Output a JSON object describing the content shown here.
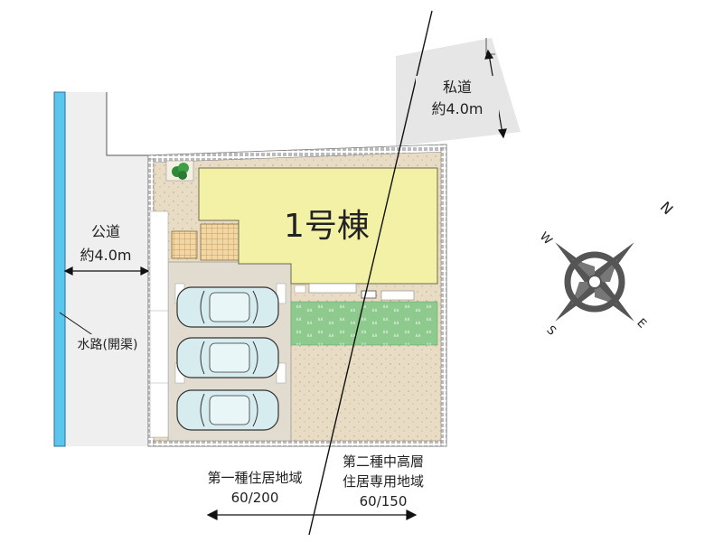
{
  "building": {
    "label": "1号棟"
  },
  "roads": {
    "private_road": {
      "line1": "私道",
      "line2": "約4.0m"
    },
    "public_road": {
      "line1": "公道",
      "line2": "約4.0m"
    }
  },
  "waterway": {
    "label": "水路(開渠)"
  },
  "zoning": {
    "left": {
      "line1": "第一種住居地域",
      "line2": "60/200"
    },
    "right": {
      "line1": "第二種中高層",
      "line2": "住居専用地域",
      "line3": "60/150"
    }
  },
  "compass": {
    "north": "N",
    "south": "S",
    "east": "E",
    "west": "W"
  },
  "colors": {
    "building_fill": "#f3f1a6",
    "lot_fill": "#e9dcc5",
    "lawn_fill": "#8ec98d",
    "road_fill": "#efefef",
    "water_fill": "#5bc6ec",
    "car_fill": "#d7ecef",
    "compass_fill": "#555555"
  }
}
